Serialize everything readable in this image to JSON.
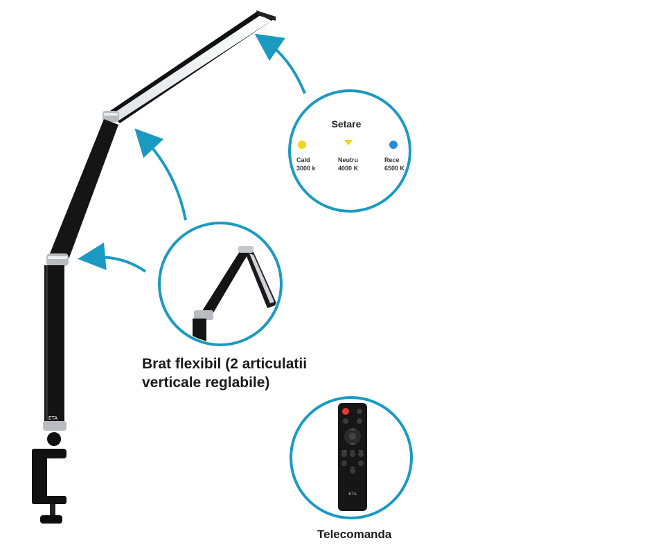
{
  "temperature_panel": {
    "title": "Setare",
    "modes": [
      {
        "name": "Cald",
        "kelvin": "3000 k",
        "color": "#f2d21b"
      },
      {
        "name": "Neutru",
        "kelvin": "4000 K",
        "color": "#f2d21b"
      },
      {
        "name": "Rece",
        "kelvin": "6500 K",
        "color": "#1f8fd6"
      }
    ]
  },
  "arm_caption": {
    "line1": "Brat flexibil (2 articulatii",
    "line2": "verticale reglabile)"
  },
  "remote_caption": "Telecomanda",
  "remote_buttons": {
    "light1": "Light",
    "light2": "Light",
    "neutral": "Neutral",
    "cold": "Cold",
    "warm": "Warm",
    "timer": "Timer"
  },
  "accent_color": "#1b9ac1",
  "lamp_color": "#111111"
}
